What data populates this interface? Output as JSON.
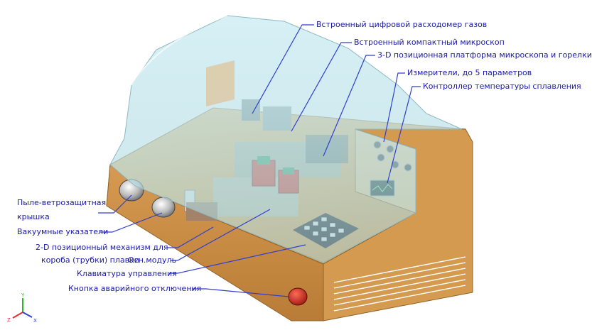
{
  "labels": {
    "flowmeter": "Встроенный цифровой расходомер газов",
    "microscope": "Встроенный компактный микроскоп",
    "platform": "3-D позиционная платформа микроскопа и горелки",
    "meters": "Измерители, до 5 параметров",
    "controller": "Контроллер температуры сплавления",
    "cover_line1": "Пыле-ветрозащитная",
    "cover_line2": "крышка",
    "vacuum": "Вакуумные указатели",
    "mechanism_line1": "2-D позиционный механизм для",
    "mechanism_line2": "короба (трубки) плавки",
    "main_module": "Осн.модуль",
    "keypad": "Клавиатура управления",
    "emergency": "Кнопка аварийного отключения"
  },
  "axes": {
    "x": "X",
    "y": "Y",
    "z": "Z"
  },
  "colors": {
    "label_text": "#1a1aa6",
    "leader_line": "#2f3fd0",
    "body_wood": "#d9a65c",
    "cover_glass": "#bfe3ea",
    "emergency_button": "#c8261a"
  }
}
